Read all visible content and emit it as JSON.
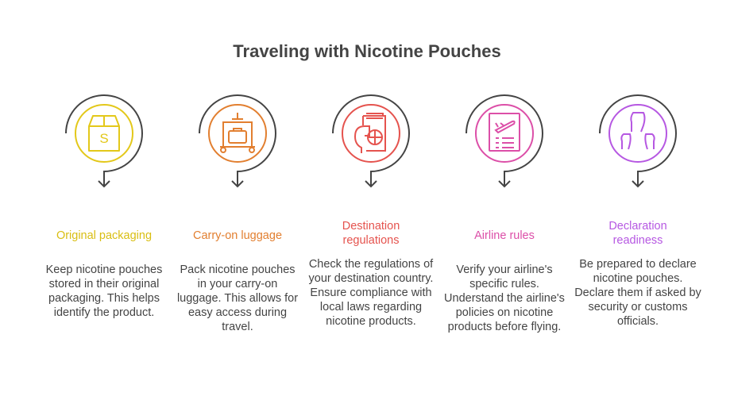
{
  "title": "Traveling with Nicotine Pouches",
  "steps": [
    {
      "label": "Original packaging",
      "icon": "box-icon",
      "color": "#E3C81A",
      "desc": "Keep nicotine pouches stored in their original packaging. This helps identify the product."
    },
    {
      "label": "Carry-on luggage",
      "icon": "luggage-cart-icon",
      "color": "#E27F30",
      "desc": "Pack nicotine pouches in your carry-on luggage. This allows for easy access during travel."
    },
    {
      "label": "Destination regulations",
      "icon": "passport-icon",
      "color": "#E5534E",
      "desc": "Check the regulations of your destination country. Ensure compliance with local laws regarding nicotine products."
    },
    {
      "label": "Airline rules",
      "icon": "flight-document-icon",
      "color": "#DC4FA8",
      "desc": "Verify your airline's specific rules. Understand the airline's policies on nicotine products before flying."
    },
    {
      "label": "Declaration readiness",
      "icon": "raised-hands-icon",
      "color": "#B658E2",
      "desc": "Be prepared to declare nicotine pouches. Declare them if asked by security or customs officials."
    }
  ]
}
